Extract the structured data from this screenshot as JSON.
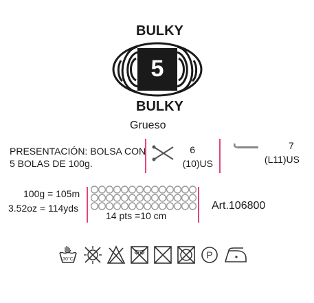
{
  "weight_symbol": {
    "top_label": "BULKY",
    "number": "5",
    "bottom_label": "BULKY",
    "name": "Grueso"
  },
  "presentation": {
    "line1": "PRESENTACIÓN: BOLSA CON",
    "line2": "5 BOLAS DE 100g."
  },
  "needles": {
    "size": "6",
    "us": "(10)US",
    "icon": "knitting-needles-icon"
  },
  "crochet": {
    "size": "7",
    "us": "(L11)US",
    "icon": "crochet-hook-icon"
  },
  "length": {
    "metric": "100g = 105m",
    "imperial": "3.52oz = 114yds"
  },
  "gauge": {
    "label": "14 pts =10 cm",
    "icon": "knit-swatch-icon"
  },
  "article": "Art.106800",
  "care_symbols": [
    "hand-wash-30c-icon",
    "no-bleach-icon",
    "no-chlorine-icon",
    "no-dry-clean-icon",
    "no-tumble-dry-icon",
    "no-tumble-dry-circle-icon",
    "dry-clean-p-icon",
    "iron-low-icon"
  ],
  "colors": {
    "accent": "#e0457b",
    "ink": "#1a1a1a",
    "stitch": "#9a9a9a"
  }
}
